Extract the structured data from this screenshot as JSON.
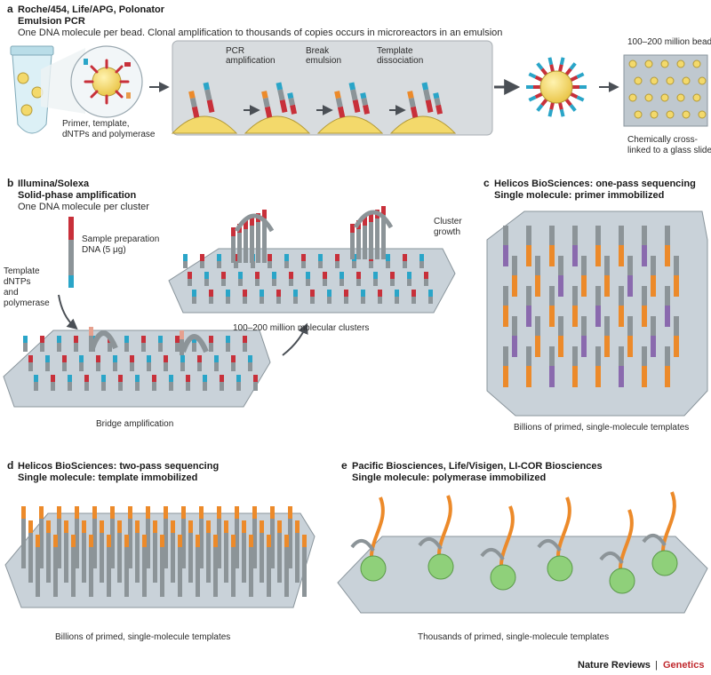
{
  "panel_a": {
    "letter": "a",
    "title1": "Roche/454, Life/APG, Polonator",
    "title2": "Emulsion PCR",
    "subtitle": "One DNA molecule per bead. Clonal amplification to thousands of copies occurs in microreactors in an emulsion",
    "tube_caption": [
      "Primer, template,",
      "dNTPs and polymerase"
    ],
    "steps": [
      {
        "lines": [
          "PCR",
          "amplification"
        ]
      },
      {
        "lines": [
          "Break",
          "emulsion"
        ]
      },
      {
        "lines": [
          "Template",
          "dissociation"
        ]
      }
    ],
    "beads_label": "100–200 million beads",
    "slide_caption": [
      "Chemically cross-",
      "linked to a glass slide"
    ]
  },
  "panel_b": {
    "letter": "b",
    "title1": "Illumina/Solexa",
    "title2": "Solid-phase amplification",
    "subtitle": "One DNA molecule per cluster",
    "sample_label": [
      "Sample preparation",
      "DNA (5 μg)"
    ],
    "reagents_label": [
      "Template",
      "dNTPs",
      "and",
      "polymerase"
    ],
    "bridge_label": "Bridge amplification",
    "clusters_label": "100–200 million molecular clusters",
    "growth_label": [
      "Cluster",
      "growth"
    ]
  },
  "panel_c": {
    "letter": "c",
    "title1": "Helicos BioSciences: one-pass sequencing",
    "title2": "Single molecule: primer immobilized",
    "caption": "Billions of primed, single-molecule templates"
  },
  "panel_d": {
    "letter": "d",
    "title1": "Helicos BioSciences: two-pass sequencing",
    "title2": "Single molecule: template immobilized",
    "caption": "Billions of primed, single-molecule templates"
  },
  "panel_e": {
    "letter": "e",
    "title1": "Pacific Biosciences, Life/Visigen, LI-COR Biosciences",
    "title2": "Single molecule: polymerase immobilized",
    "caption": "Thousands of primed, single-molecule templates"
  },
  "footer": {
    "journal": "Nature Reviews",
    "separator": "|",
    "section": "Genetics"
  },
  "colors": {
    "red": "#c8303a",
    "blue": "#2aa5c8",
    "orange": "#ec8a2a",
    "purple": "#8a6aae",
    "grey": "#8c9498",
    "plate": "#c9d2d9",
    "bead": "#f3d96b",
    "enzyme": "#8fd07a",
    "dark": "#4a4f55"
  }
}
